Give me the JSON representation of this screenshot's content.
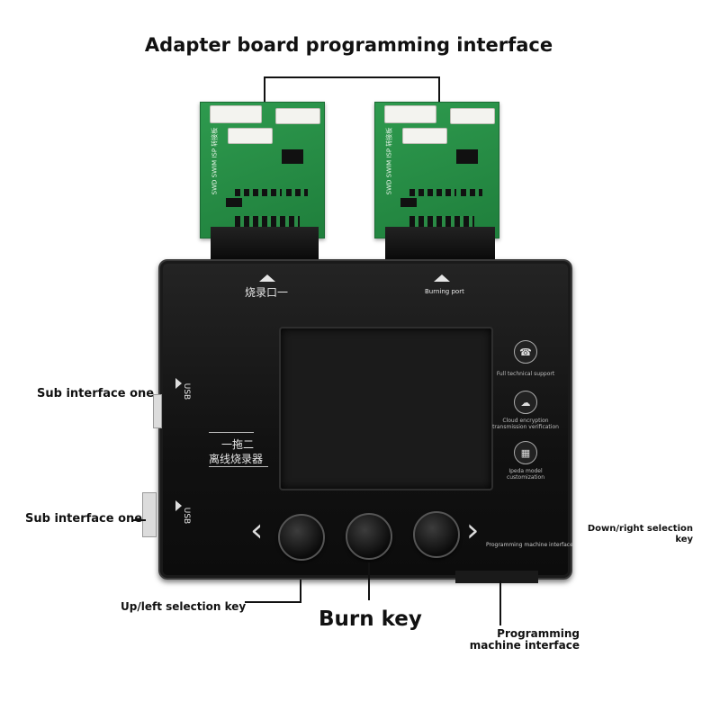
{
  "callouts": {
    "adapter_board": "Adapter board programming interface",
    "sub_interface_one_a": "Sub interface one",
    "sub_interface_one_b": "Sub interface one",
    "down_right_key": "Down/right selection key",
    "up_left_key": "Up/left selection key",
    "burn_key": "Burn key",
    "programming_machine_interface": "Programming machine interface"
  },
  "device": {
    "burn_port_cn": "烧录口一",
    "burning_port_en": "Burning port",
    "usb_label_1": "USB",
    "usb_label_2": "USB",
    "product_line1": "一拖二",
    "product_line2": "离线烧录器",
    "feature_1": "Full technical support",
    "feature_2": "Cloud encryption transmission verification",
    "feature_3": "Ipeda model customization",
    "prog_interface_small": "Programming machine interface",
    "arrow_left": "‹",
    "arrow_right": "›"
  },
  "adapter_boards": {
    "silk_1": "SWD SWIM ISP 转接板",
    "silk_2": "SWD SWIM ISP 转接板"
  },
  "icons": {
    "feature_1": "support-icon",
    "feature_2": "cloud-lock-icon",
    "feature_3": "customization-icon"
  }
}
